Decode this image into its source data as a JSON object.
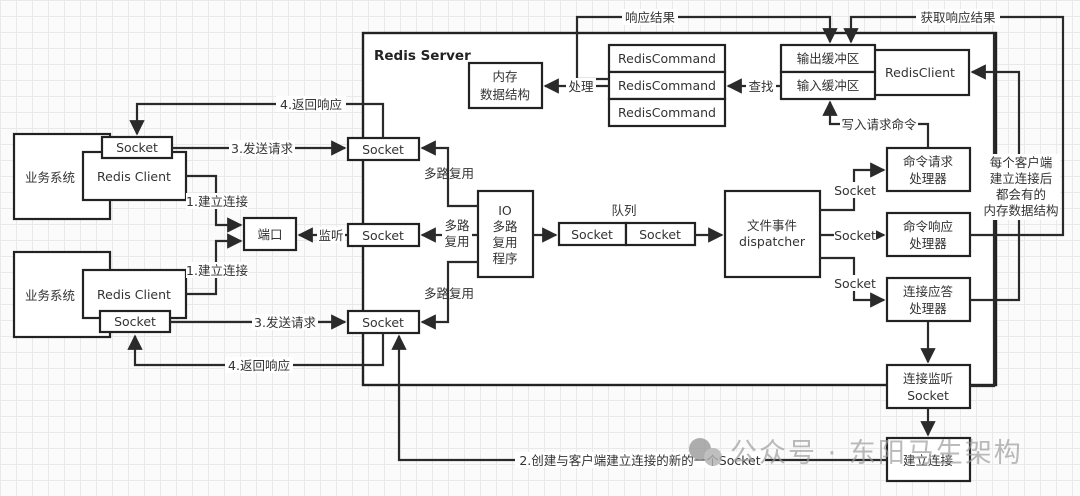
{
  "server": {
    "title": "Redis Server"
  },
  "clients": [
    {
      "system": "业务系统",
      "client": "Redis Client",
      "socket": "Socket"
    },
    {
      "system": "业务系统",
      "client": "Redis Client",
      "socket": "Socket"
    }
  ],
  "port": "端口",
  "server_sockets": {
    "top": "Socket",
    "middle": "Socket",
    "bottom": "Socket"
  },
  "io_mux": {
    "lines": [
      "IO",
      "多路",
      "复用",
      "程序"
    ]
  },
  "queue": {
    "label": "队列",
    "items": [
      "Socket",
      "Socket"
    ]
  },
  "dispatcher": {
    "lines": [
      "文件事件",
      "dispatcher"
    ]
  },
  "handlers": {
    "request": [
      "命令请求",
      "处理器"
    ],
    "response": [
      "命令响应",
      "处理器"
    ],
    "accept": [
      "连接应答",
      "处理器"
    ]
  },
  "listen_socket": [
    "连接监听",
    "Socket"
  ],
  "establish": "建立连接",
  "memory": [
    "内存",
    "数据结构"
  ],
  "commands": [
    "RedisCommand",
    "RedisCommand",
    "RedisCommand"
  ],
  "redis_client": {
    "output_buffer": "输出缓冲区",
    "input_buffer": "输入缓冲区",
    "name": "RedisClient"
  },
  "per_client_note": [
    "每个客户端",
    "建立连接后",
    "都会有的",
    "内存数据结构"
  ],
  "edges": {
    "return_response_top": "4.返回响应",
    "send_request_top": "3.发送请求",
    "connect_top": "1.建立连接",
    "connect_bottom": "1.建立连接",
    "send_request_bottom": "3.发送请求",
    "return_response_bottom": "4.返回响应",
    "listen": "监听",
    "mux_top": "多路复用",
    "mux_mid_1": "多路",
    "mux_mid_2": "复用",
    "mux_bottom": "多路复用",
    "socket_request": "Socket",
    "socket_response": "Socket",
    "socket_accept": "Socket",
    "process": "处理",
    "lookup": "查找",
    "write_command": "写入请求命令",
    "response_result": "响应结果",
    "get_response_result": "获取响应结果",
    "create_socket": "2.创建与客户端建立连接的新的一个Socket"
  },
  "watermark": "公众号 · 东阳马生架构"
}
